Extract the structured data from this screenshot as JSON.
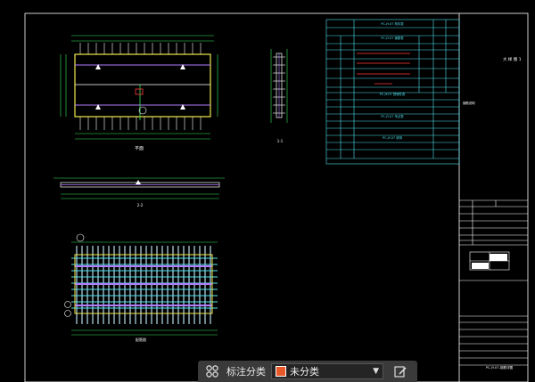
{
  "drawing": {
    "title_block_code": "PC-JY-07-钢筋详图",
    "right_note": "大\n样\n图\n1",
    "table_title_1": "PC-JY-07 构件表",
    "table_title_2": "PC-JY-07 钢筋表",
    "table_title_3": "PC-JY-07 预埋件表",
    "table_title_4": "PC-JY-07 吊点表",
    "table_title_5": "PC-JY-07 说明",
    "view_label_top": "平面",
    "view_label_side": "1-1",
    "view_label_middle": "2-2",
    "view_label_bottom": "配筋图",
    "small_note": "钢筋说明",
    "colors": {
      "frame": "#ffffff",
      "table": "#4fe3f0",
      "panel": "#f1e84b",
      "rebar": "#c8f0ff",
      "rebar_alt": "#b37cff",
      "dim": "#38e85c",
      "accent": "#ff3a3a"
    }
  },
  "toolbar": {
    "grid_icon": "grid-icon",
    "label": "标注分类",
    "select_value": "未分类",
    "swatch_color": "#e8592a",
    "edit_icon": "edit-icon"
  }
}
